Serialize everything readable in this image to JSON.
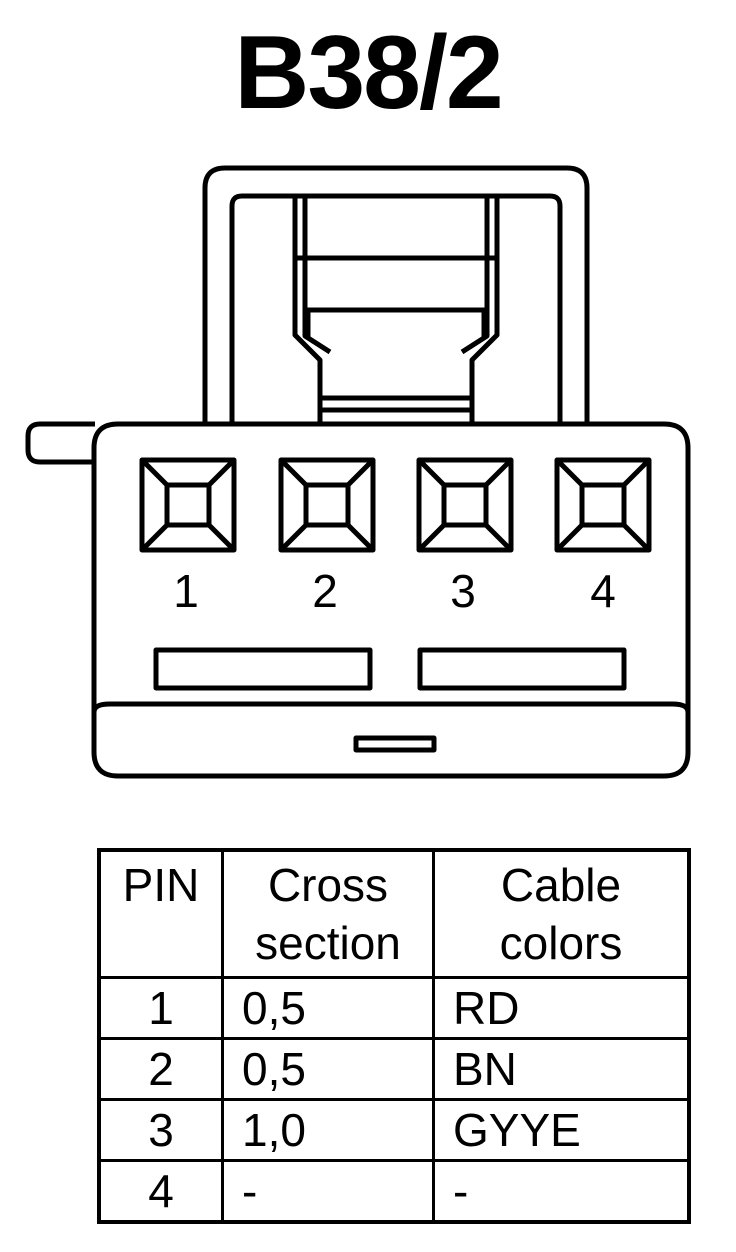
{
  "title": "B38/2",
  "connector": {
    "pin_labels": [
      "1",
      "2",
      "3",
      "4"
    ]
  },
  "table": {
    "headers": {
      "pin": "PIN",
      "cross_line1": "Cross",
      "cross_line2": "section",
      "colors_line1": "Cable",
      "colors_line2": "colors"
    },
    "rows": [
      {
        "pin": "1",
        "cross": "0,5",
        "color": "RD"
      },
      {
        "pin": "2",
        "cross": "0,5",
        "color": "BN"
      },
      {
        "pin": "3",
        "cross": "1,0",
        "color": "GYYE"
      },
      {
        "pin": "4",
        "cross": "-",
        "color": "-"
      }
    ]
  }
}
